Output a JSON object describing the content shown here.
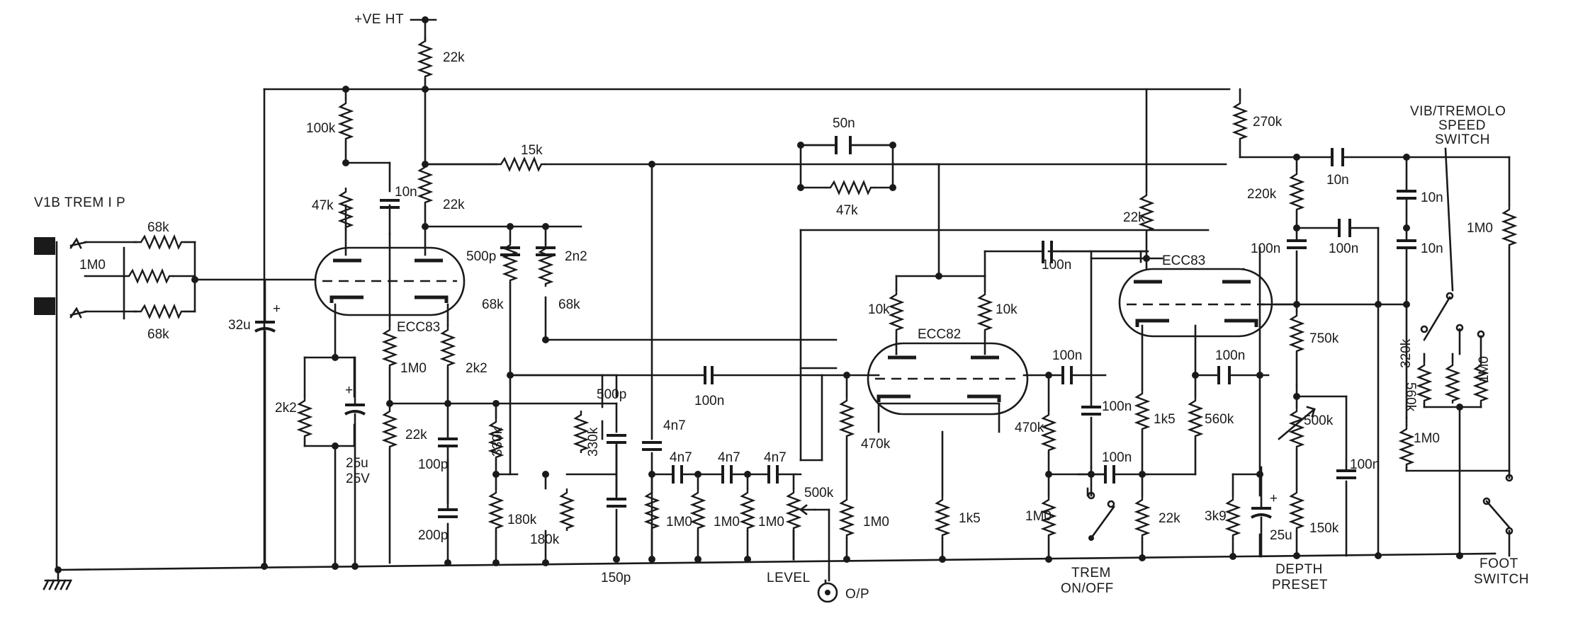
{
  "supply": {
    "label": "+VE HT"
  },
  "input": {
    "label": "V1B TREM I P"
  },
  "tubes": {
    "ecc83_a": "ECC83",
    "ecc82": "ECC82",
    "ecc83_b": "ECC83"
  },
  "resistors": {
    "r_ht": "22k",
    "r_in1": "68k",
    "r_in2": "1M0",
    "r_in3": "68k",
    "r_100k": "100k",
    "r_47k": "47k",
    "r_22k_a": "22k",
    "r_15k": "15k",
    "r_47k_fb": "47k",
    "r_68k_a": "68k",
    "r_68k_b": "68k",
    "r_2k2_cath": "2k2",
    "r_1m0_grid": "1M0",
    "r_2k2_b": "2k2",
    "r_22k_b": "22k",
    "r_330k_a": "330k",
    "r_180k_a": "180k",
    "r_330k_b": "330k",
    "r_180k_b": "180k",
    "r_1m0_a": "1M0",
    "r_1m0_b": "1M0",
    "r_1m0_c": "1M0",
    "r_pot": "500k",
    "r_10k_a": "10k",
    "r_10k_b": "10k",
    "r_470k_a": "470k",
    "r_1m0_d": "1M0",
    "r_1k5_a": "1k5",
    "r_470k_b": "470k",
    "r_1m0_e": "1M0",
    "r_22k_c": "22k",
    "r_1k5_b": "1k5",
    "r_560k": "560k",
    "r_22k_d": "22k",
    "r_3k9": "3k9",
    "r_270k": "270k",
    "r_220k": "220k",
    "r_750k": "750k",
    "r_500k_p": "500k",
    "r_150k": "150k",
    "r_1m0_f": "1M0",
    "r_320k": "320k",
    "r_1m0_g": "1M0",
    "r_560k_sw": "560k",
    "r_1m0_sw": "1M0"
  },
  "capacitors": {
    "c_10n_a": "10n",
    "c_32u": "32u",
    "c_25u": "25u",
    "c_25u_v": "25V",
    "c_500p_a": "500p",
    "c_2n2": "2n2",
    "c_100p": "100p",
    "c_200p": "200p",
    "c_500p_b": "500p",
    "c_150p": "150p",
    "c_50n": "50n",
    "c_100n_a": "100n",
    "c_4n7_a": "4n7",
    "c_4n7_b": "4n7",
    "c_4n7_c": "4n7",
    "c_4n7_d": "4n7",
    "c_100n_b": "100n",
    "c_100n_c": "100n",
    "c_100n_d": "100n",
    "c_100n_e": "100n",
    "c_100n_f": "100n",
    "c_25u_b": "25u",
    "c_10n_b": "10n",
    "c_100n_g": "100n",
    "c_100n_h": "100n",
    "c_100n_i": "100n",
    "c_10n_c": "10n",
    "c_10n_d": "10n"
  },
  "controls": {
    "level": "LEVEL",
    "output": "O/P",
    "trem_1": "TREM",
    "trem_2": "ON/OFF",
    "depth_1": "DEPTH",
    "depth_2": "PRESET",
    "foot_1": "FOOT",
    "foot_2": "SWITCH",
    "speed_1": "VIB/TREMOLO",
    "speed_2": "SPEED",
    "speed_3": "SWITCH"
  }
}
